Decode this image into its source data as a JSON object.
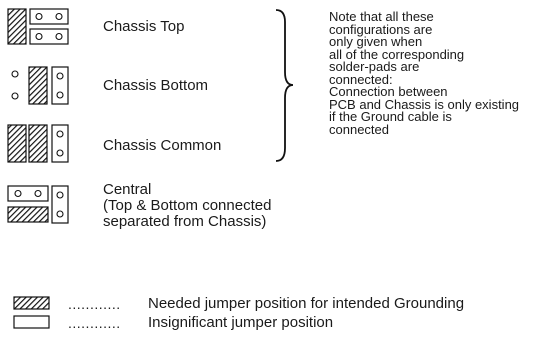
{
  "configurations": [
    {
      "label": "Chassis Top"
    },
    {
      "label": "Chassis Bottom"
    },
    {
      "label": "Chassis Common"
    },
    {
      "label_lines": [
        "Central",
        "(Top & Bottom connected",
        "separated from Chassis)"
      ]
    }
  ],
  "note": {
    "lines": [
      "Note that all these",
      "configurations are",
      "only given when",
      "all of the corresponding",
      "solder-pads are",
      "connected:",
      "Connection between",
      "PCB and Chassis is only existing",
      "if the Ground cable is",
      "connected"
    ]
  },
  "legend": [
    {
      "dots": "............",
      "text": "Needed jumper position for intended Grounding"
    },
    {
      "dots": "............",
      "text": "Insignificant jumper position"
    }
  ]
}
